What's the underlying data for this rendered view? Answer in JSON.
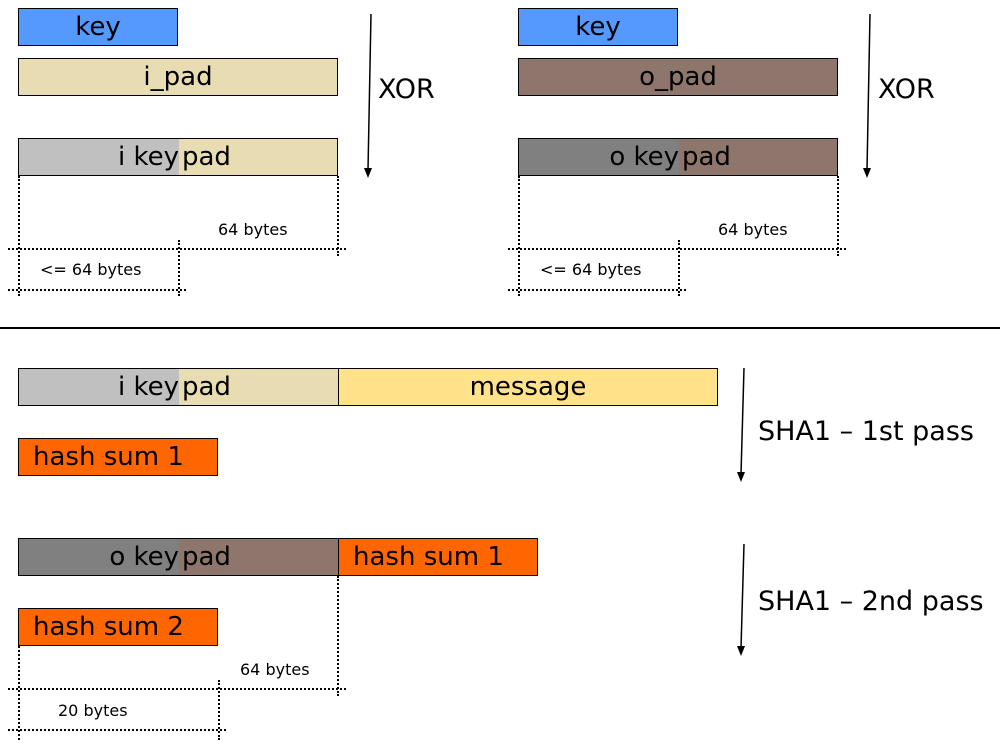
{
  "top_left": {
    "key_label": "key",
    "pad_label": "i_pad",
    "combined_left": "i key",
    "combined_right": "pad",
    "op_label": "XOR",
    "full_size": "64 bytes",
    "key_size": "<= 64 bytes"
  },
  "top_right": {
    "key_label": "key",
    "pad_label": "o_pad",
    "combined_left": "o key",
    "combined_right": "pad",
    "op_label": "XOR",
    "full_size": "64 bytes",
    "key_size": "<= 64 bytes"
  },
  "pass1": {
    "ikey_left": "i key",
    "ikey_right": "pad",
    "message": "message",
    "result": "hash sum 1",
    "label": "SHA1 – 1st pass"
  },
  "pass2": {
    "okey_left": "o key",
    "okey_right": "pad",
    "input_hash": "hash sum 1",
    "result": "hash sum 2",
    "label": "SHA1 – 2nd pass",
    "block_size": "64 bytes",
    "hash_size": "20 bytes"
  },
  "colors": {
    "key": "#5599ff",
    "i_pad": "#e8dcb2",
    "o_pad": "#8e766c",
    "i_key": "#c0c0c0",
    "o_key": "#808080",
    "message": "#ffe28a",
    "hash": "#ff6600"
  }
}
